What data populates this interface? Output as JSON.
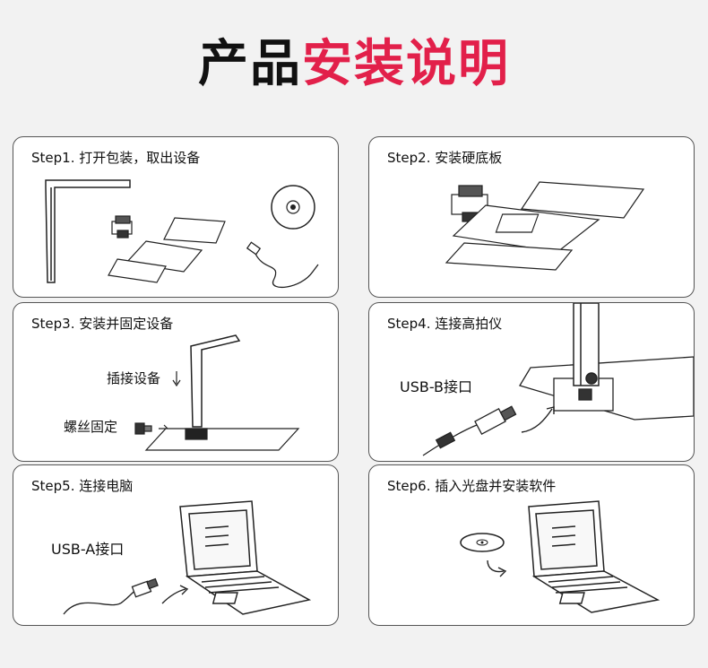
{
  "title": {
    "part1": "产品",
    "part2": "安装说明"
  },
  "colors": {
    "accent": "#e2204a",
    "text": "#111111",
    "background": "#f2f2f2"
  },
  "steps": [
    {
      "label": "Step1. 打开包装，取出设备"
    },
    {
      "label": "Step2. 安装硬底板"
    },
    {
      "label": "Step3. 安装并固定设备",
      "notes": [
        "插接设备",
        "螺丝固定"
      ]
    },
    {
      "label": "Step4. 连接高拍仪",
      "notes": [
        "USB-B接口"
      ]
    },
    {
      "label": "Step5. 连接电脑",
      "notes": [
        "USB-A接口"
      ]
    },
    {
      "label": "Step6. 插入光盘并安装软件"
    }
  ],
  "icons": [
    "stand-arm-icon",
    "usb-cable-icon",
    "cd-disc-icon",
    "laptop-icon",
    "arrow-icon",
    "screw-icon",
    "board-plate-icon"
  ]
}
